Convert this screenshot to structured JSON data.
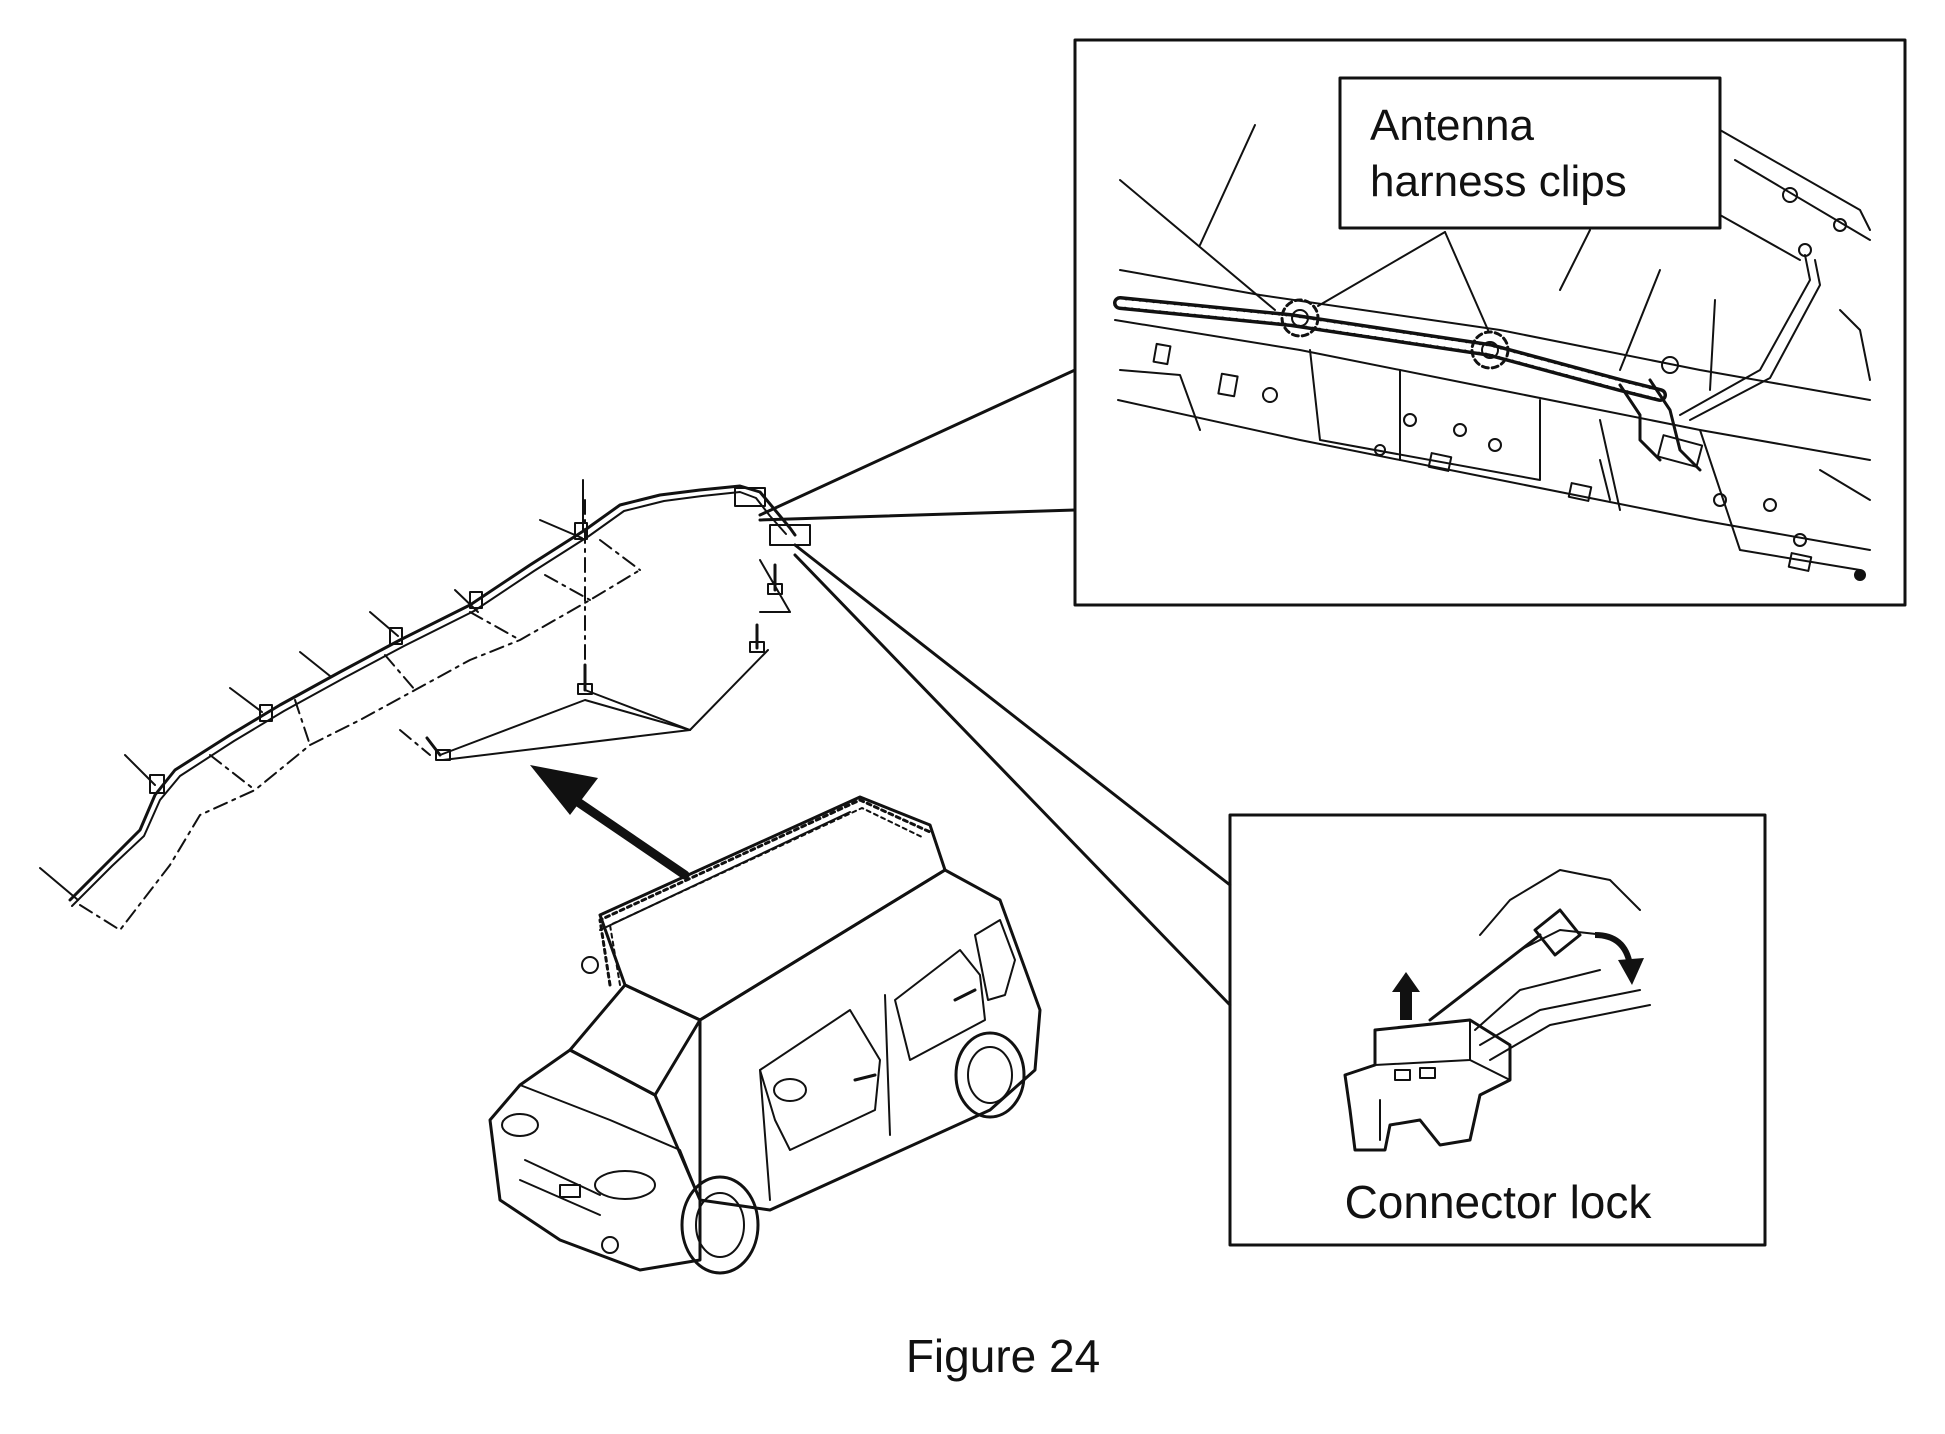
{
  "figure": {
    "caption": "Figure 24",
    "callout_top": {
      "line1": "Antenna",
      "line2": "harness clips"
    },
    "callout_bottom": {
      "label": "Connector lock"
    },
    "colors": {
      "ink": "#111111",
      "background": "#ffffff"
    }
  }
}
